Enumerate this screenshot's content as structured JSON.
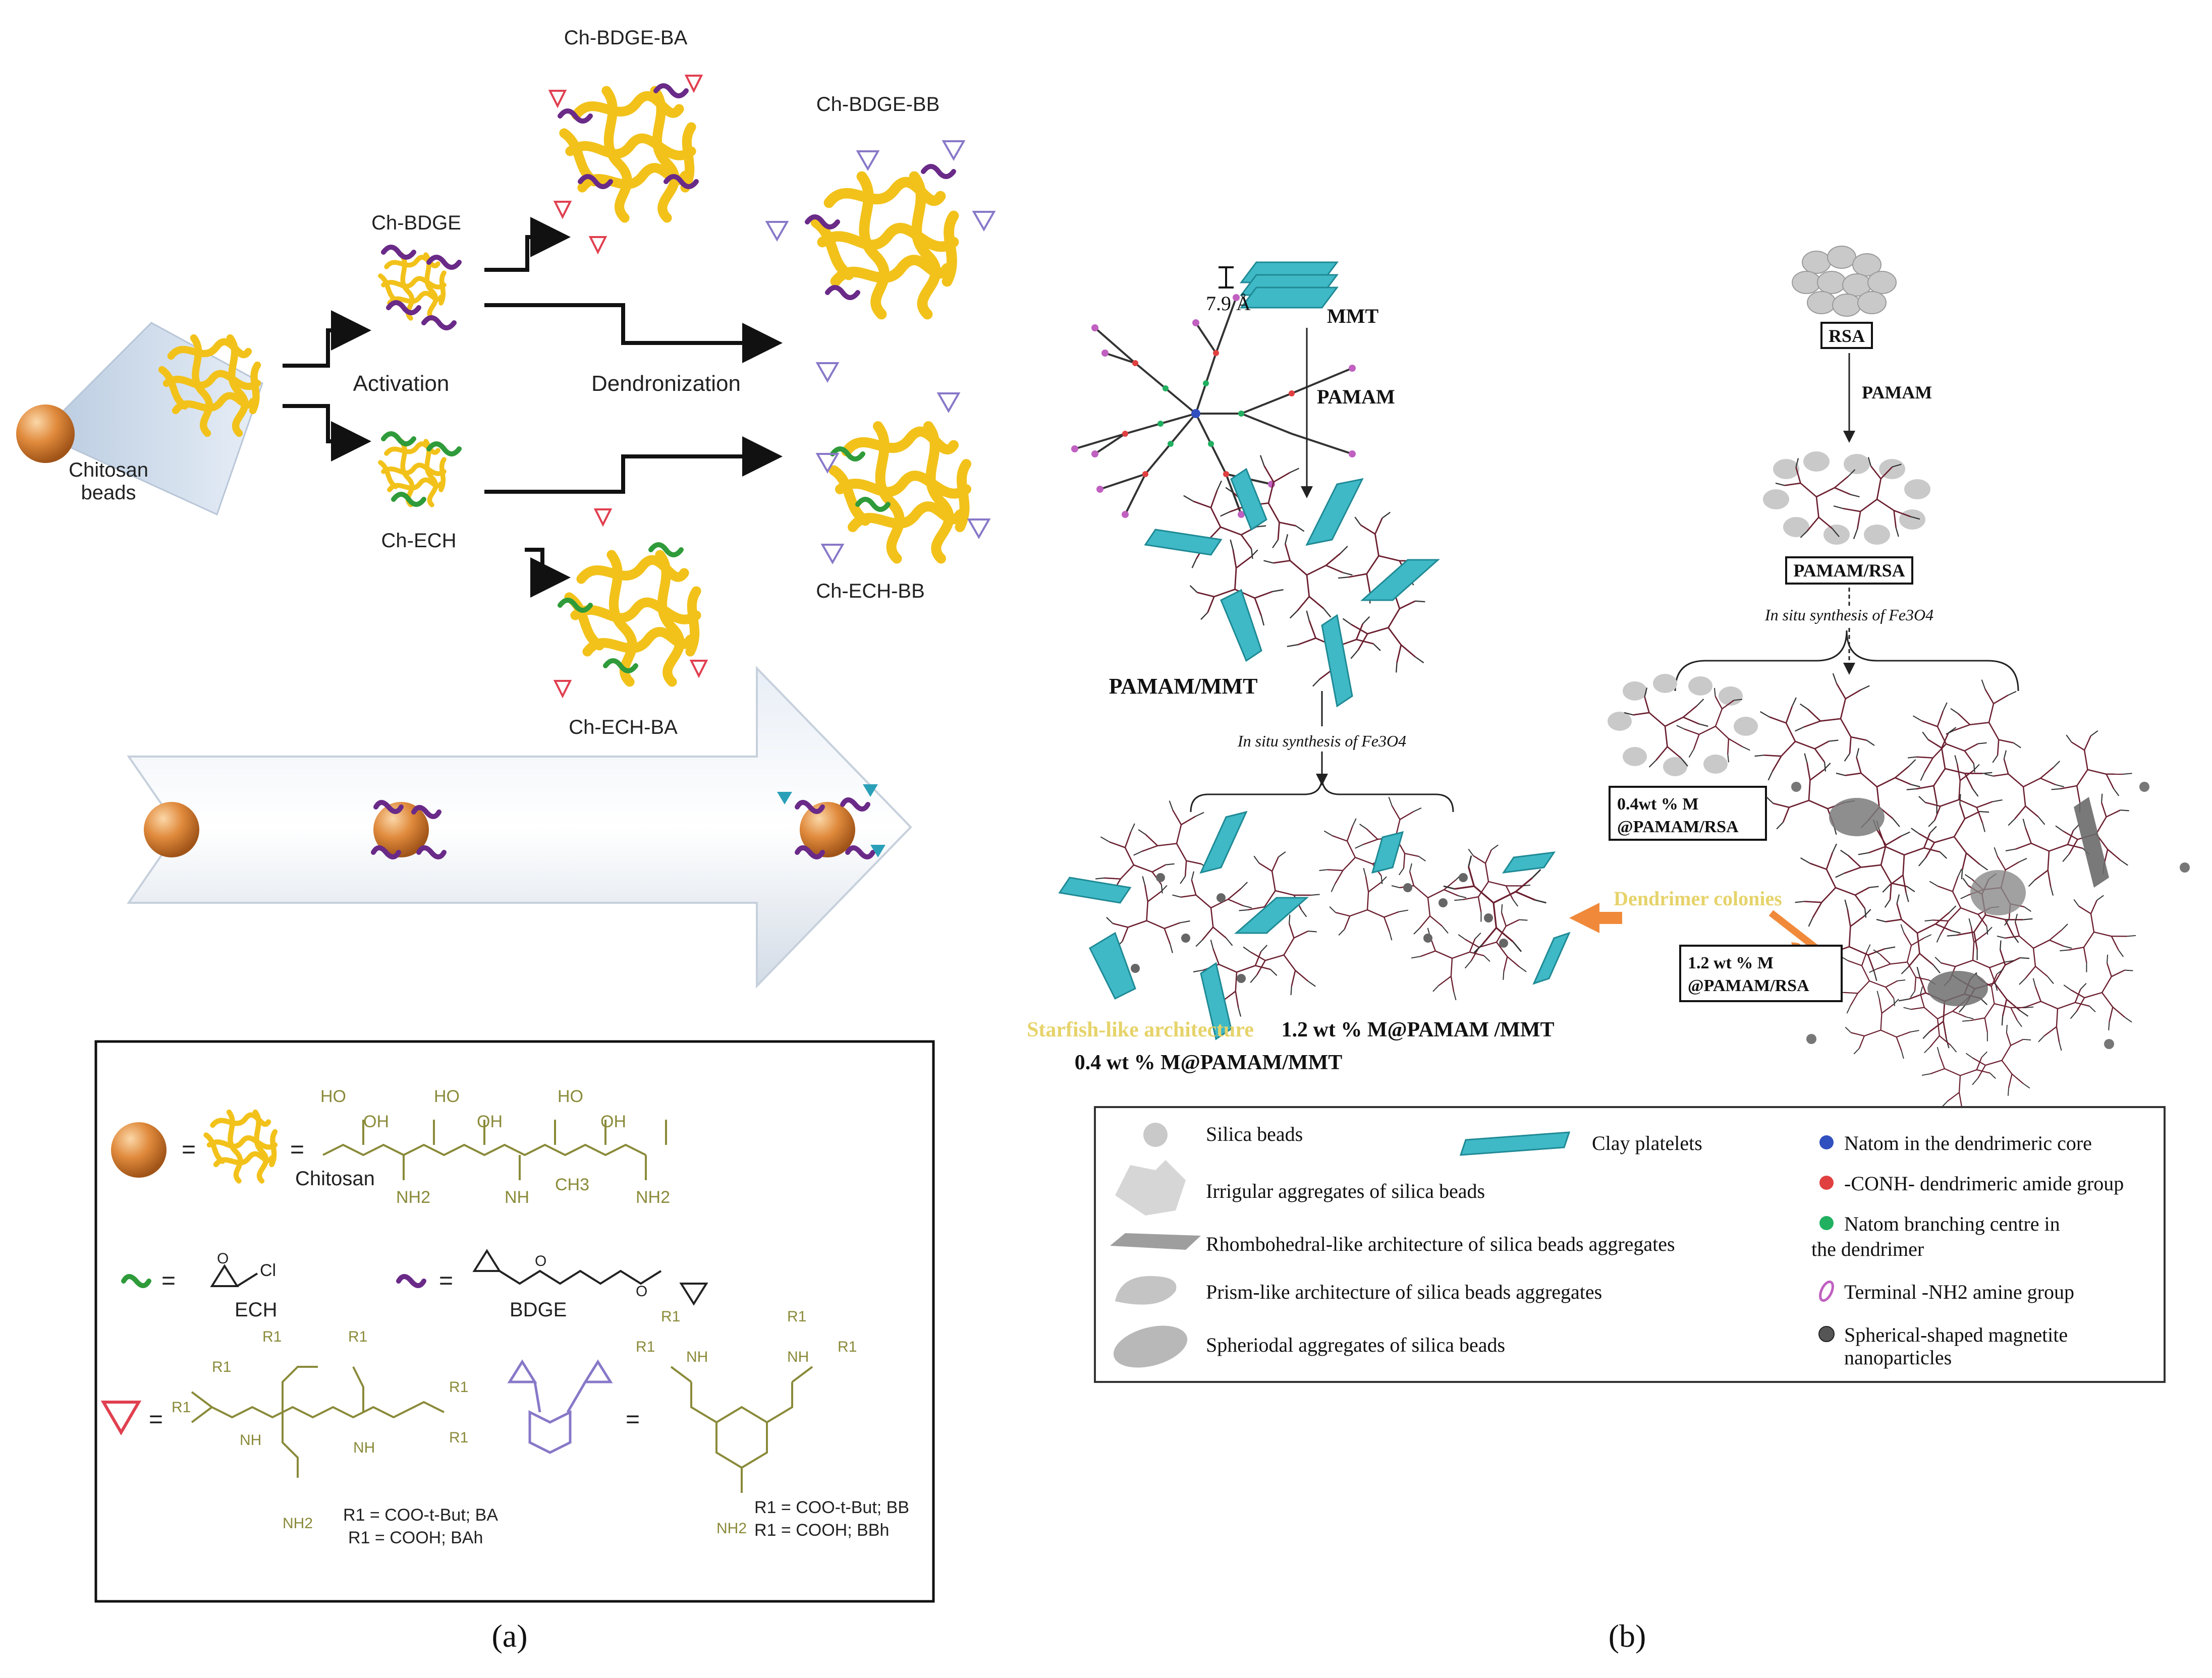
{
  "panel_a": {
    "caption": "(a)",
    "labels": {
      "ch_bdge_ba": "Ch-BDGE-BA",
      "ch_bdge_bb": "Ch-BDGE-BB",
      "ch_bdge": "Ch-BDGE",
      "activation": "Activation",
      "dendronization": "Dendronization",
      "chitosan_beads_1": "Chitosan",
      "chitosan_beads_2": "beads",
      "ch_ech": "Ch-ECH",
      "ch_ech_bb": "Ch-ECH-BB",
      "ch_ech_ba": "Ch-ECH-BA"
    },
    "legend": {
      "equals": "=",
      "chitosan": "Chitosan",
      "ech": "ECH",
      "bdge": "BDGE",
      "ho": "HO",
      "oh": "OH",
      "nh2": "NH2",
      "nh": "NH",
      "ch3": "CH3",
      "cl": "Cl",
      "o": "O",
      "r1": "R1",
      "ba_line1": "R1 = COO-t-But; BA",
      "ba_line2": "R1 = COOH; BAh",
      "bb_line1": "R1 = COO-t-But; BB",
      "bb_line2": "R1 = COOH; BBh"
    },
    "colors": {
      "chitosan_chain": "#f2c21b",
      "bead": "#d9813a",
      "bdge_linker": "#6a2a88",
      "ech_linker": "#2f9b3a",
      "ba_dendron": "#e04050",
      "bb_dendron": "#8878c8",
      "structure": "#8a8a3a"
    }
  },
  "panel_b": {
    "caption": "(b)",
    "labels": {
      "spacing": "7.9 Å",
      "mmt": "MMT",
      "pamam_left": "PAMAM",
      "pamam_mmt": "PAMAM/MMT",
      "in_situ_left": "In situ synthesis of Fe3O4",
      "starfish": "Starfish-like architecture",
      "m12_mmt": "1.2 wt % M@PAMAM /MMT",
      "m04_mmt": "0.4 wt % M@PAMAM/MMT",
      "rsa": "RSA",
      "pamam_right": "PAMAM",
      "pamam_rsa": "PAMAM/RSA",
      "in_situ_right": "In situ synthesis of Fe3O4",
      "m04_rsa_1": "0.4wt % M",
      "m04_rsa_2": "@PAMAM/RSA",
      "dendrimer_colonies": "Dendrimer colonies",
      "m12_rsa_1": "1.2 wt % M",
      "m12_rsa_2": "@PAMAM/RSA"
    },
    "legend": [
      {
        "icon": "silica-bead-icon",
        "text": "Silica beads"
      },
      {
        "icon": "irregular-aggregate-icon",
        "text": "Irrigular aggregates of silica beads"
      },
      {
        "icon": "rhombohedral-icon",
        "text": "Rhombohedral-like architecture of silica beads aggregates"
      },
      {
        "icon": "prism-icon",
        "text": "Prism-like architecture of silica beads aggregates"
      },
      {
        "icon": "spheroidal-icon",
        "text": "Spheriodal aggregates of silica beads"
      },
      {
        "icon": "clay-platelet-icon",
        "text": "Clay platelets"
      },
      {
        "icon": "n-core-icon",
        "text": "Natom in the dendrimeric core",
        "color": "#3050c0"
      },
      {
        "icon": "amide-icon",
        "text": "-CONH- dendrimeric amide group",
        "color": "#e04040"
      },
      {
        "icon": "n-branch-icon",
        "text": "Natom branching centre in",
        "text2": "the dendrimer",
        "color": "#20b060"
      },
      {
        "icon": "nh2-icon",
        "text": "Terminal -NH2 amine group",
        "color": "#c060c0"
      },
      {
        "icon": "magnetite-icon",
        "text": "Spherical-shaped magnetite",
        "text2": "nanoparticles",
        "color": "#555555"
      }
    ]
  }
}
